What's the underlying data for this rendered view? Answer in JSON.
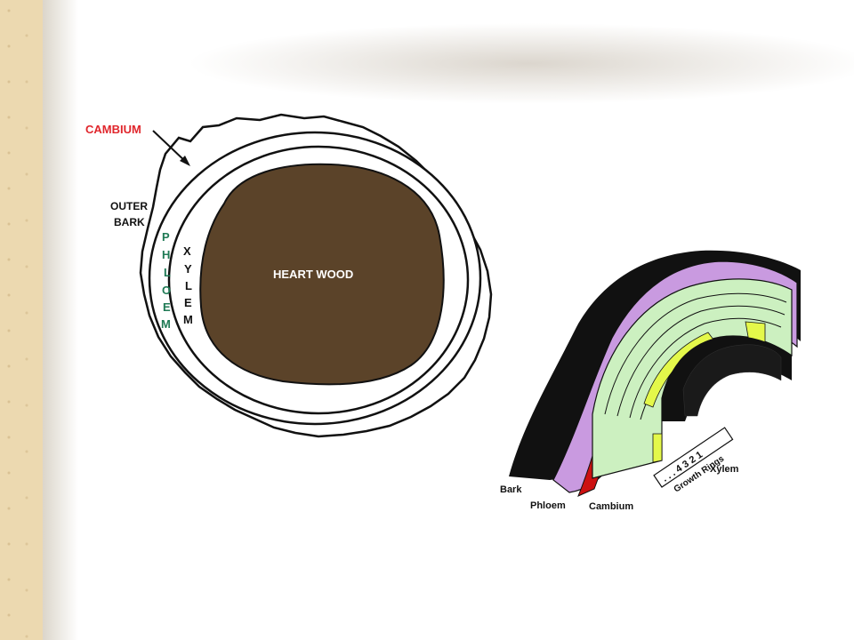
{
  "cross_section": {
    "labels": {
      "cambium": "CAMBIUM",
      "outer_bark_line1": "OUTER",
      "outer_bark_line2": "BARK",
      "phloem": [
        "P",
        "H",
        "L",
        "O",
        "E",
        "M"
      ],
      "xylem": [
        "X",
        "Y",
        "L",
        "E",
        "M"
      ],
      "heartwood": "HEART WOOD"
    },
    "colors": {
      "cambium_label": "#e0262c",
      "phloem_label": "#1f7a55",
      "heartwood_fill": "#5b4329"
    }
  },
  "wedge": {
    "labels": {
      "bark": "Bark",
      "phloem": "Phloem",
      "cambium": "Cambium",
      "xylem": "Xylem",
      "growth_rings": "Growth Rings",
      "ring_numbers": ". . . 4 3 2 1"
    },
    "colors": {
      "bark": "#111111",
      "phloem": "#c99ae0",
      "cambium": "#cc1111",
      "xylem_light": "#ccf0c0",
      "xylem_bright": "#e4f84a"
    }
  }
}
